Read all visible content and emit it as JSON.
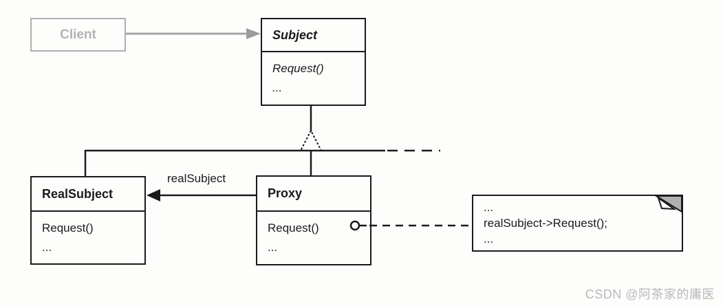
{
  "diagram": {
    "client": {
      "title": "Client"
    },
    "subject": {
      "title": "Subject",
      "methods": [
        "Request()",
        "..."
      ]
    },
    "real_subject": {
      "title": "RealSubject",
      "methods": [
        "Request()",
        "..."
      ]
    },
    "proxy": {
      "title": "Proxy",
      "methods": [
        "Request()",
        "..."
      ]
    },
    "note": {
      "lines": [
        "...",
        "realSubject-&gt;Request();",
        "..."
      ]
    },
    "labels": {
      "real_subject_ref": "realSubject"
    },
    "colors": {
      "line": "#1a1a1a",
      "faded_gray": "#a9a9a9",
      "note_fold_fill": "#b0b0b0",
      "background": "#fdfdfc"
    }
  },
  "watermark": {
    "text": "CSDN @阿茶家的庸医"
  }
}
